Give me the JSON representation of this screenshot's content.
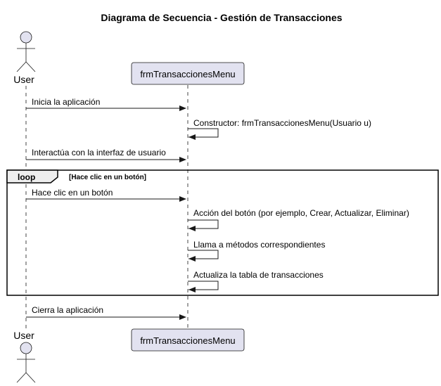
{
  "title": "Diagrama de Secuencia - Gestión de Transacciones",
  "participants": {
    "actor": "User",
    "object": "frmTransaccionesMenu"
  },
  "messages": [
    "Inicia la aplicación",
    "Constructor: frmTransaccionesMenu(Usuario u)",
    "Interactúa con la interfaz de usuario",
    "Hace clic en un botón",
    "Acción del botón (por ejemplo, Crear, Actualizar, Eliminar)",
    "Llama a métodos correspondientes",
    "Actualiza la tabla de transacciones",
    "Cierra la aplicación"
  ],
  "loop": {
    "keyword": "loop",
    "condition": "[Hace clic en un botón]"
  },
  "colors": {
    "participant_fill": "#E2E2F0",
    "participant_stroke": "#181818",
    "lifeline": "#181818",
    "line": "#181818"
  }
}
